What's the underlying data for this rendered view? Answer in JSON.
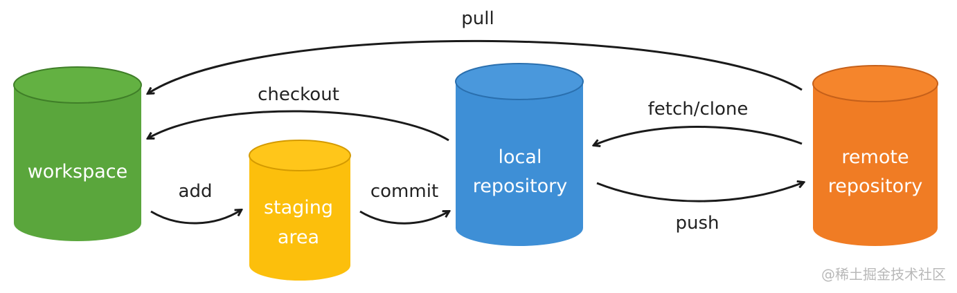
{
  "nodes": {
    "workspace": {
      "label": "workspace",
      "color": "#5aa63c",
      "top_color": "#63b142"
    },
    "staging": {
      "line1": "staging",
      "line2": "area",
      "color": "#fcbf0c",
      "top_color": "#ffc61a"
    },
    "local": {
      "line1": "local",
      "line2": "repository",
      "color": "#3e8fd6",
      "top_color": "#4a98dc"
    },
    "remote": {
      "line1": "remote",
      "line2": "repository",
      "color": "#f07c24",
      "top_color": "#f5852c"
    }
  },
  "edges": {
    "pull": "pull",
    "checkout": "checkout",
    "add": "add",
    "commit": "commit",
    "fetch_clone": "fetch/clone",
    "push": "push"
  },
  "watermark": "@稀土掘金技术社区"
}
